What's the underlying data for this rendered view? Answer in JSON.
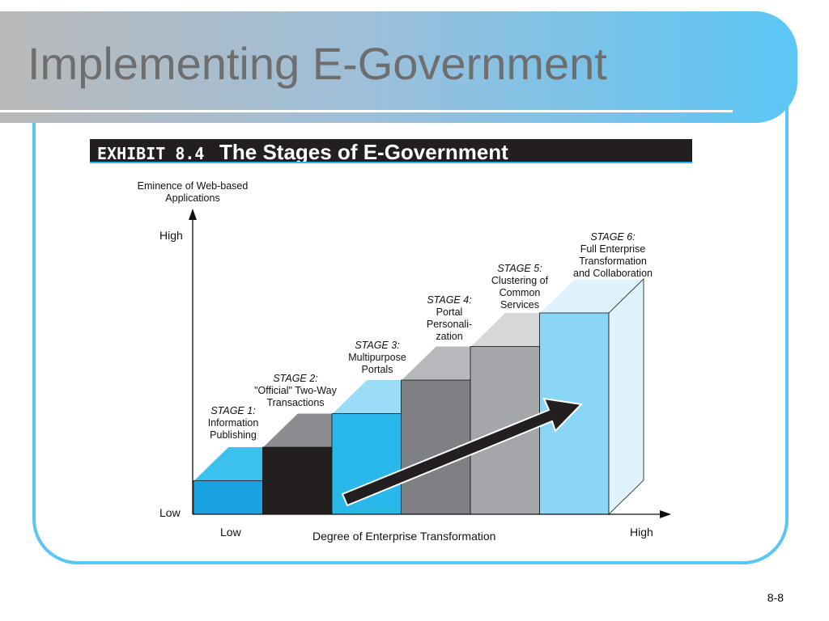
{
  "slide": {
    "title": "Implementing E-Government",
    "number": "8-8"
  },
  "exhibit": {
    "label": "EXHIBIT 8.4",
    "title": "The Stages of E-Government"
  },
  "axes": {
    "y_label": "Eminence of Web-based\nApplications",
    "y_high": "High",
    "y_low": "Low",
    "x_low": "Low",
    "x_label": "Degree of Enterprise Transformation",
    "x_high": "High"
  },
  "stages": [
    {
      "stage": "STAGE 1:",
      "name": "Information\nPublishing",
      "level": 1,
      "front_color": "#1ba2e2",
      "top_color": "#3cc0ee"
    },
    {
      "stage": "STAGE 2:",
      "name": "\"Official\" Two-Way\nTransactions",
      "level": 2,
      "front_color": "#231f20",
      "top_color": "#8c8d90"
    },
    {
      "stage": "STAGE 3:",
      "name": "Multipurpose\nPortals",
      "level": 3,
      "front_color": "#2ab7ea",
      "top_color": "#9bdcf7"
    },
    {
      "stage": "STAGE 4:",
      "name": "Portal\nPersonali-\nzation",
      "level": 4,
      "front_color": "#7f8083",
      "top_color": "#b7b8bb"
    },
    {
      "stage": "STAGE 5:",
      "name": "Clustering of\nCommon\nServices",
      "level": 5,
      "front_color": "#a5a6a9",
      "top_color": "#d6d7d9"
    },
    {
      "stage": "STAGE 6:",
      "name": "Full Enterprise\nTransformation\nand Collaboration",
      "level": 6,
      "front_color": "#8ad6f6",
      "top_color": "#dff3fd"
    }
  ],
  "colors": {
    "accent": "#5bc6f5",
    "arrow": "#231f20",
    "side_face": "#dff3fd"
  }
}
